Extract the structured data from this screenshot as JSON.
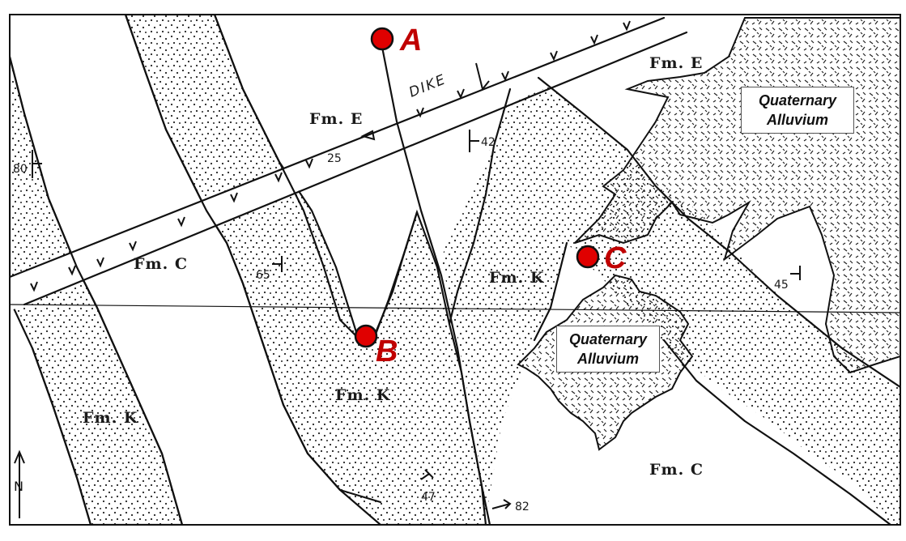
{
  "map": {
    "formations": {
      "fm_e_north": "Fm. E",
      "fm_e_upper_right": "Fm. E",
      "fm_c_west": "Fm. C",
      "fm_c_south": "Fm. C",
      "fm_k_west": "Fm. K",
      "fm_k_center": "Fm. K",
      "fm_k_east": "Fm. K"
    },
    "dike": {
      "label": "DIKE",
      "dip_arrow_label": ""
    },
    "alluvium": {
      "north": {
        "line1": "Quaternary",
        "line2": "Alluvium"
      },
      "south": {
        "line1": "Quaternary",
        "line2": "Alluvium"
      }
    },
    "attitudes": {
      "a80": "80",
      "a25": "25",
      "a42": "42",
      "a65": "65",
      "a45": "45",
      "a47": "47",
      "a82": "82"
    },
    "points": {
      "A": "A",
      "B": "B",
      "C": "C"
    },
    "north_arrow": "N",
    "colors": {
      "point_fill": "#e00000",
      "point_label": "#c00000",
      "linework": "#111111"
    }
  }
}
